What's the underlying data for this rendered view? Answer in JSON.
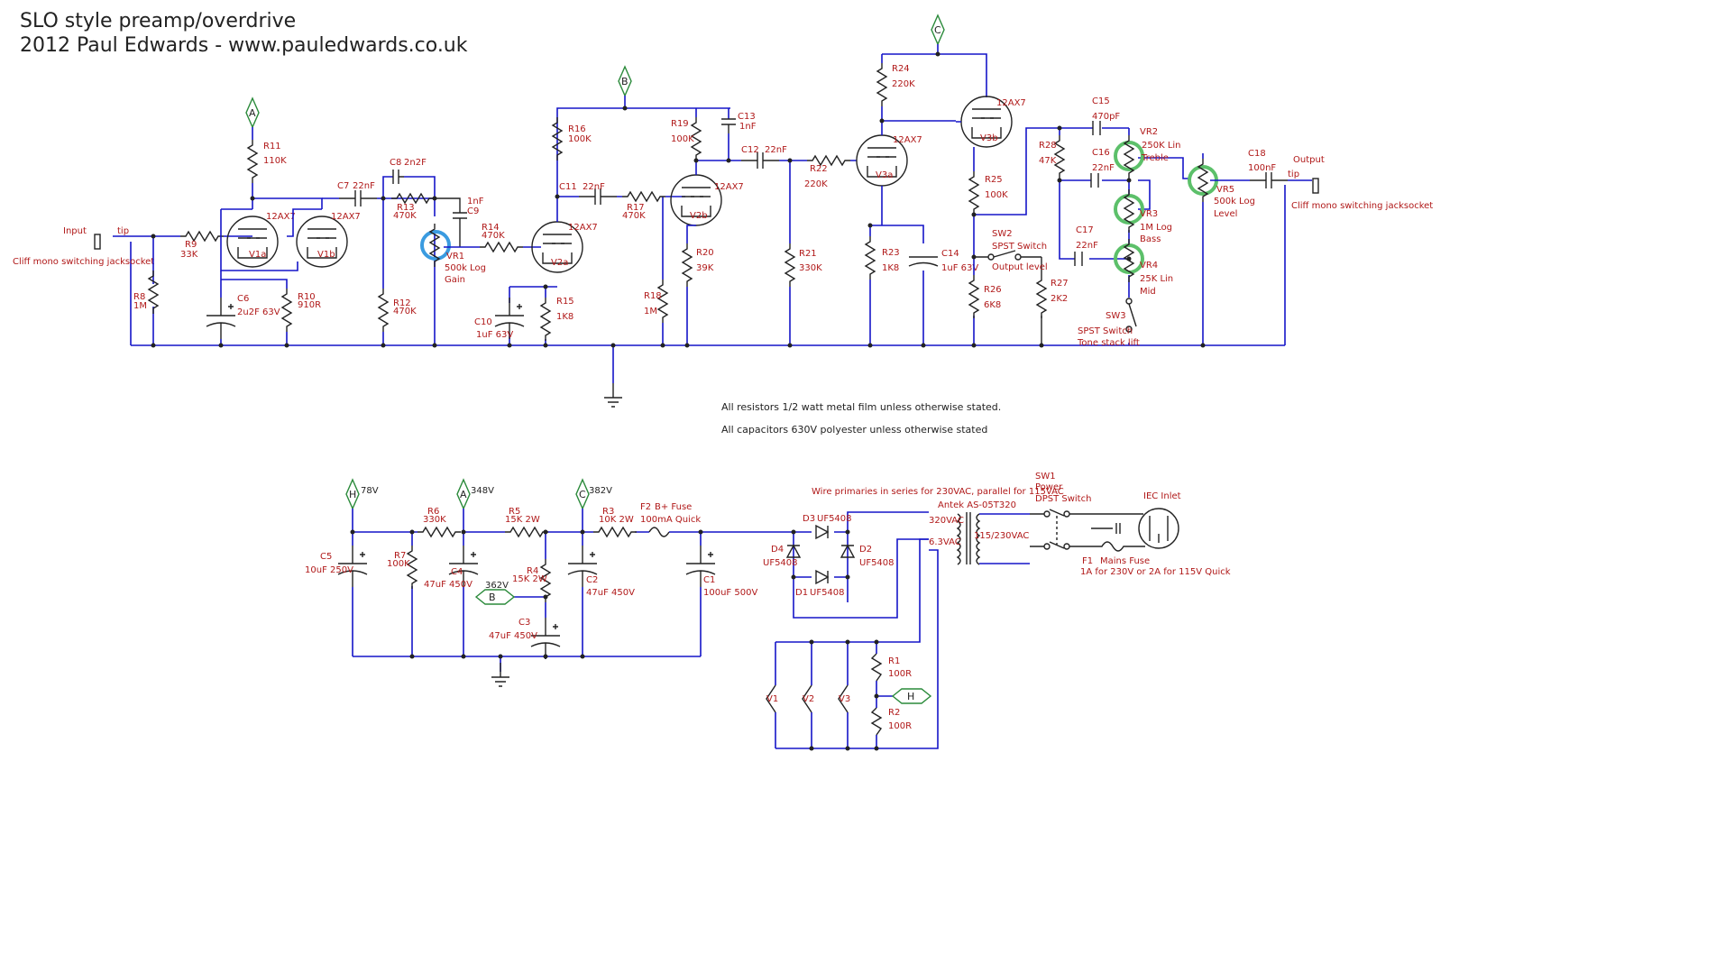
{
  "title": {
    "line1": "SLO style preamp/overdrive",
    "line2": "2012 Paul Edwards - www.pauledwards.co.uk"
  },
  "notes": {
    "resistors": "All resistors 1/2 watt metal film unless otherwise stated.",
    "capacitors": "All capacitors 630V polyester unless otherwise stated"
  },
  "colors": {
    "wire": "#1515c8",
    "label": "#b01818",
    "component": "#222222",
    "highlight_blue": "#3a9be0",
    "highlight_green": "#5cc06a",
    "rail_tag": "#2a8a3a"
  },
  "input": {
    "label": "Input",
    "tip": "tip",
    "jack": "Cliff mono switching jacksocket"
  },
  "output": {
    "label": "Output",
    "tip": "tip",
    "jack": "Cliff mono switching jacksocket"
  },
  "rails": {
    "A": "A",
    "B": "B",
    "C": "C",
    "H": "H"
  },
  "tubes": {
    "V1a": "V1a",
    "V1b": "V1b",
    "V2a": "V2a",
    "V2b": "V2b",
    "V3a": "V3a",
    "V3b": "V3b",
    "type": "12AX7"
  },
  "resistors": {
    "R8": [
      "R8",
      "1M"
    ],
    "R9": [
      "R9",
      "33K"
    ],
    "R10": [
      "R10",
      "910R"
    ],
    "R11": [
      "R11",
      "110K"
    ],
    "R12": [
      "R12",
      "470K"
    ],
    "R13": [
      "R13",
      "470K"
    ],
    "R14": [
      "R14",
      "470K"
    ],
    "R15": [
      "R15",
      "1K8"
    ],
    "R16": [
      "R16",
      "100K"
    ],
    "R17": [
      "R17",
      "470K"
    ],
    "R18": [
      "R18",
      "1M"
    ],
    "R19": [
      "R19",
      "100K"
    ],
    "R20": [
      "R20",
      "39K"
    ],
    "R21": [
      "R21",
      "330K"
    ],
    "R22": [
      "R22",
      "220K"
    ],
    "R23": [
      "R23",
      "1K8"
    ],
    "R24": [
      "R24",
      "220K"
    ],
    "R25": [
      "R25",
      "100K"
    ],
    "R26": [
      "R26",
      "6K8"
    ],
    "R27": [
      "R27",
      "2K2"
    ],
    "R28": [
      "R28",
      "47K"
    ]
  },
  "capacitors": {
    "C6": [
      "C6",
      "2u2F 63V"
    ],
    "C7": [
      "C7",
      "22nF"
    ],
    "C8": [
      "C8",
      "2n2F"
    ],
    "C9": [
      "1nF",
      "C9"
    ],
    "C10": [
      "C10",
      "1uF 63V"
    ],
    "C11": [
      "C11",
      "22nF"
    ],
    "C12": [
      "C12",
      "22nF"
    ],
    "C13": [
      "C13",
      "1nF"
    ],
    "C14": [
      "C14",
      "1uF 63V"
    ],
    "C15": [
      "C15",
      "470pF"
    ],
    "C16": [
      "C16",
      "22nF"
    ],
    "C17": [
      "C17",
      "22nF"
    ],
    "C18": [
      "C18",
      "100nF"
    ]
  },
  "pots": {
    "VR1": [
      "VR1",
      "500k Log",
      "Gain"
    ],
    "VR2": [
      "VR2",
      "250K Lin",
      "Treble"
    ],
    "VR3": [
      "VR3",
      "1M Log",
      "Bass"
    ],
    "VR4": [
      "VR4",
      "25K Lin",
      "Mid"
    ],
    "VR5": [
      "VR5",
      "500k Log",
      "Level"
    ]
  },
  "switches": {
    "SW2": [
      "SW2",
      "SPST Switch",
      "Output level"
    ],
    "SW3": [
      "SW3",
      "SPST Switch",
      "Tone stack lift"
    ],
    "SW1": [
      "SW1",
      "Power",
      "DPST Switch"
    ]
  },
  "psu": {
    "v_H": "78V",
    "v_A": "348V",
    "v_C": "382V",
    "v_B": "362V",
    "R6": [
      "R6",
      "330K"
    ],
    "R5": [
      "R5",
      "15K 2W"
    ],
    "R3": [
      "R3",
      "10K 2W"
    ],
    "R7": [
      "R7",
      "100K"
    ],
    "R4": [
      "R4",
      "15K 2W"
    ],
    "R1": [
      "R1",
      "100R"
    ],
    "R2": [
      "R2",
      "100R"
    ],
    "C5": [
      "C5",
      "10uF 250V"
    ],
    "C4": [
      "C4",
      "47uF 450V"
    ],
    "C3": [
      "C3",
      "47uF 450V"
    ],
    "C2": [
      "C2",
      "47uF 450V"
    ],
    "C1": [
      "C1",
      "100uF 500V"
    ],
    "F2": [
      "F2",
      "B+ Fuse",
      "100mA Quick"
    ],
    "F1": [
      "F1",
      "Mains Fuse",
      "1A for 230V or 2A for 115V Quick"
    ],
    "D1": [
      "D1",
      "UF5408"
    ],
    "D2": [
      "D2",
      "UF5408"
    ],
    "D3": [
      "D3",
      "UF5408"
    ],
    "D4": [
      "D4",
      "UF5408"
    ],
    "xfmr_note": "Wire primaries in series for 230VAC, parallel for 115VAC",
    "xfmr": "Antek AS-05T320",
    "sec_hv": "320VAC",
    "sec_lv": "6.3VAC",
    "primary": "115/230VAC",
    "iec": "IEC Inlet",
    "heaters": [
      "V1",
      "V2",
      "V3"
    ]
  }
}
